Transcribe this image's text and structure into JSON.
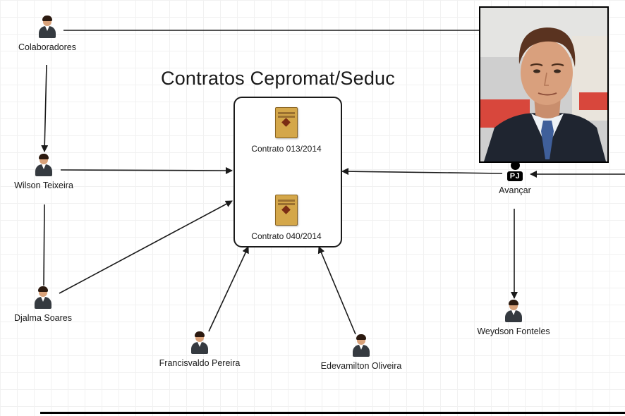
{
  "title": "Contratos Cepromat/Seduc",
  "contracts": [
    {
      "label": "Contrato 013/2014"
    },
    {
      "label": "Contrato 040/2014"
    }
  ],
  "people": {
    "colaboradores": "Colaboradores",
    "wilson": "Wilson Teixeira",
    "djalma": "Djalma Soares",
    "francisvaldo": "Francisvaldo Pereira",
    "edevamilton": "Edevamilton Oliveira",
    "weydson": "Weydson Fonteles"
  },
  "company": {
    "badge": "PJ",
    "label": "Avançar"
  },
  "icons": {
    "person": "person-icon",
    "document": "document-icon",
    "company": "company-pj-icon"
  },
  "colors": {
    "edge": "#1a1a1a",
    "document": "#d4a74a",
    "photo_background": "#d7d7d7"
  }
}
